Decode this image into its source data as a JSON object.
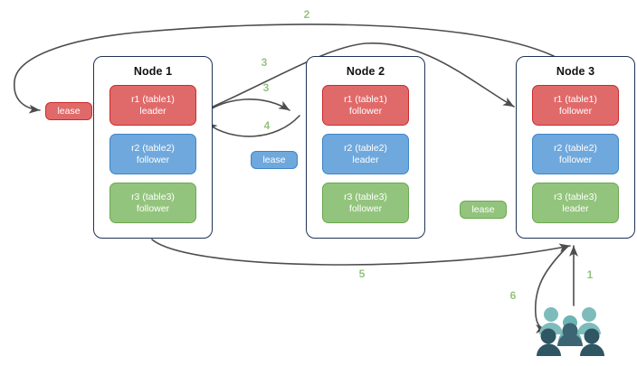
{
  "diagram": {
    "title": "Raft multi-replica lease routing diagram",
    "colors": {
      "red": "#e06a6a",
      "red_border": "#cc2b2b",
      "blue": "#6fa8dc",
      "blue_border": "#3d85c8",
      "green": "#93c47d",
      "green_border": "#6aa84f",
      "node_border": "#1f3255",
      "arrow": "#4d4d4d",
      "label_green": "#93c47d",
      "users_light": "#72b5b5",
      "users_dark": "#2f5663"
    },
    "nodes": [
      {
        "title": "Node 1",
        "replicas": [
          {
            "name": "r1 (table1)",
            "role": "leader",
            "color": "red"
          },
          {
            "name": "r2 (table2)",
            "role": "follower",
            "color": "blue"
          },
          {
            "name": "r3 (table3)",
            "role": "follower",
            "color": "green"
          }
        ]
      },
      {
        "title": "Node 2",
        "replicas": [
          {
            "name": "r1 (table1)",
            "role": "follower",
            "color": "red"
          },
          {
            "name": "r2 (table2)",
            "role": "leader",
            "color": "blue"
          },
          {
            "name": "r3 (table3)",
            "role": "follower",
            "color": "green"
          }
        ]
      },
      {
        "title": "Node 3",
        "replicas": [
          {
            "name": "r1 (table1)",
            "role": "follower",
            "color": "red"
          },
          {
            "name": "r2 (table2)",
            "role": "follower",
            "color": "blue"
          },
          {
            "name": "r3 (table3)",
            "role": "leader",
            "color": "green"
          }
        ]
      }
    ],
    "leases": [
      {
        "label": "lease",
        "color": "red",
        "note": "lease for r1 (table1), left of Node 1"
      },
      {
        "label": "lease",
        "color": "blue",
        "note": "lease for r2 (table2), between Node 1 and Node 2"
      },
      {
        "label": "lease",
        "color": "green",
        "note": "lease for r3 (table3), between Node 2 and Node 3"
      }
    ],
    "steps": [
      {
        "label": "1",
        "note": "client request to Node 3"
      },
      {
        "label": "2",
        "note": "Node 3 back to the table1 lease"
      },
      {
        "label": "3",
        "note": "Node 1 r1 leader to Node 3 r1 follower"
      },
      {
        "label": "3",
        "note": "Node 1 r1 leader to Node 2 r1 follower"
      },
      {
        "label": "4",
        "note": "Node 2 r1 follower back to Node 1 r1 leader"
      },
      {
        "label": "5",
        "note": "Node 1 back to Node 3"
      },
      {
        "label": "6",
        "note": "Node 3 response to clients"
      }
    ],
    "users": {
      "name": "users",
      "count_back": 3,
      "count_front": 3
    }
  }
}
